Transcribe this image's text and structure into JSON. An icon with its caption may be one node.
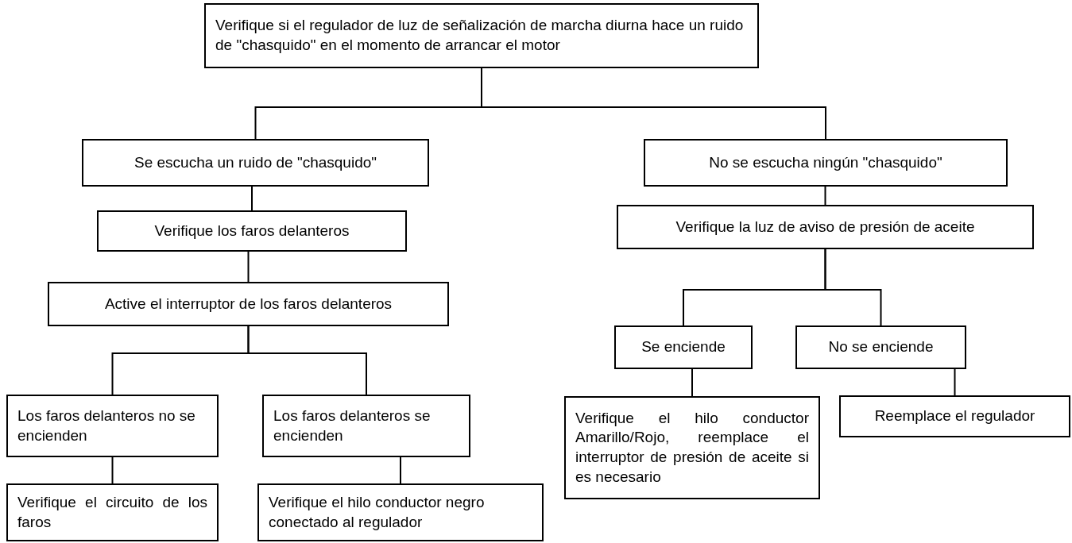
{
  "diagram": {
    "nodes": [
      {
        "text": [
          "Verifique si el regulador de luz de señalización de marcha diurna hace un ruido de \"chasquido\" en el momento de arrancar el motor"
        ]
      },
      {
        "text": [
          "Se escucha un ruido de \"chasquido\""
        ]
      },
      {
        "text": [
          "No se escucha ningún \"chasquido\""
        ]
      },
      {
        "text": [
          "Verifique los faros delanteros"
        ]
      },
      {
        "text": [
          "Active el interruptor de los faros delanteros"
        ]
      },
      {
        "text": [
          "Verifique la luz de aviso de presión de aceite"
        ]
      },
      {
        "text": [
          "Los faros delanteros no se encienden"
        ]
      },
      {
        "text": [
          "Verifique el circuito de los faros"
        ]
      },
      {
        "text": [
          "Los faros delanteros se encienden"
        ]
      },
      {
        "text": [
          "Verifique el hilo conductor negro conectado al regulador"
        ]
      },
      {
        "text": [
          "Se enciende"
        ]
      },
      {
        "text": [
          "No se enciende"
        ]
      },
      {
        "text": [
          "Verifique el hilo conductor Amarillo/Rojo, reemplace el interruptor de presión de aceite si es necesario"
        ]
      },
      {
        "text": [
          "Reemplace el regulador"
        ]
      }
    ],
    "edges": [
      {
        "from": 0,
        "to": 1,
        "arrow": "none"
      },
      {
        "from": 0,
        "to": 2,
        "arrow": "none"
      },
      {
        "from": 1,
        "to": 3,
        "arrow": "none"
      },
      {
        "from": 3,
        "to": 4,
        "arrow": "none"
      },
      {
        "from": 4,
        "to": 6,
        "arrow": "none"
      },
      {
        "from": 4,
        "to": 8,
        "arrow": "none"
      },
      {
        "from": 6,
        "to": 7,
        "arrow": "none"
      },
      {
        "from": 8,
        "to": 9,
        "arrow": "none"
      },
      {
        "from": 2,
        "to": 5,
        "arrow": "none"
      },
      {
        "from": 5,
        "to": 10,
        "arrow": "none"
      },
      {
        "from": 5,
        "to": 11,
        "arrow": "none"
      },
      {
        "from": 10,
        "to": 12,
        "arrow": "none"
      },
      {
        "from": 11,
        "to": 13,
        "arrow": "none"
      }
    ]
  }
}
